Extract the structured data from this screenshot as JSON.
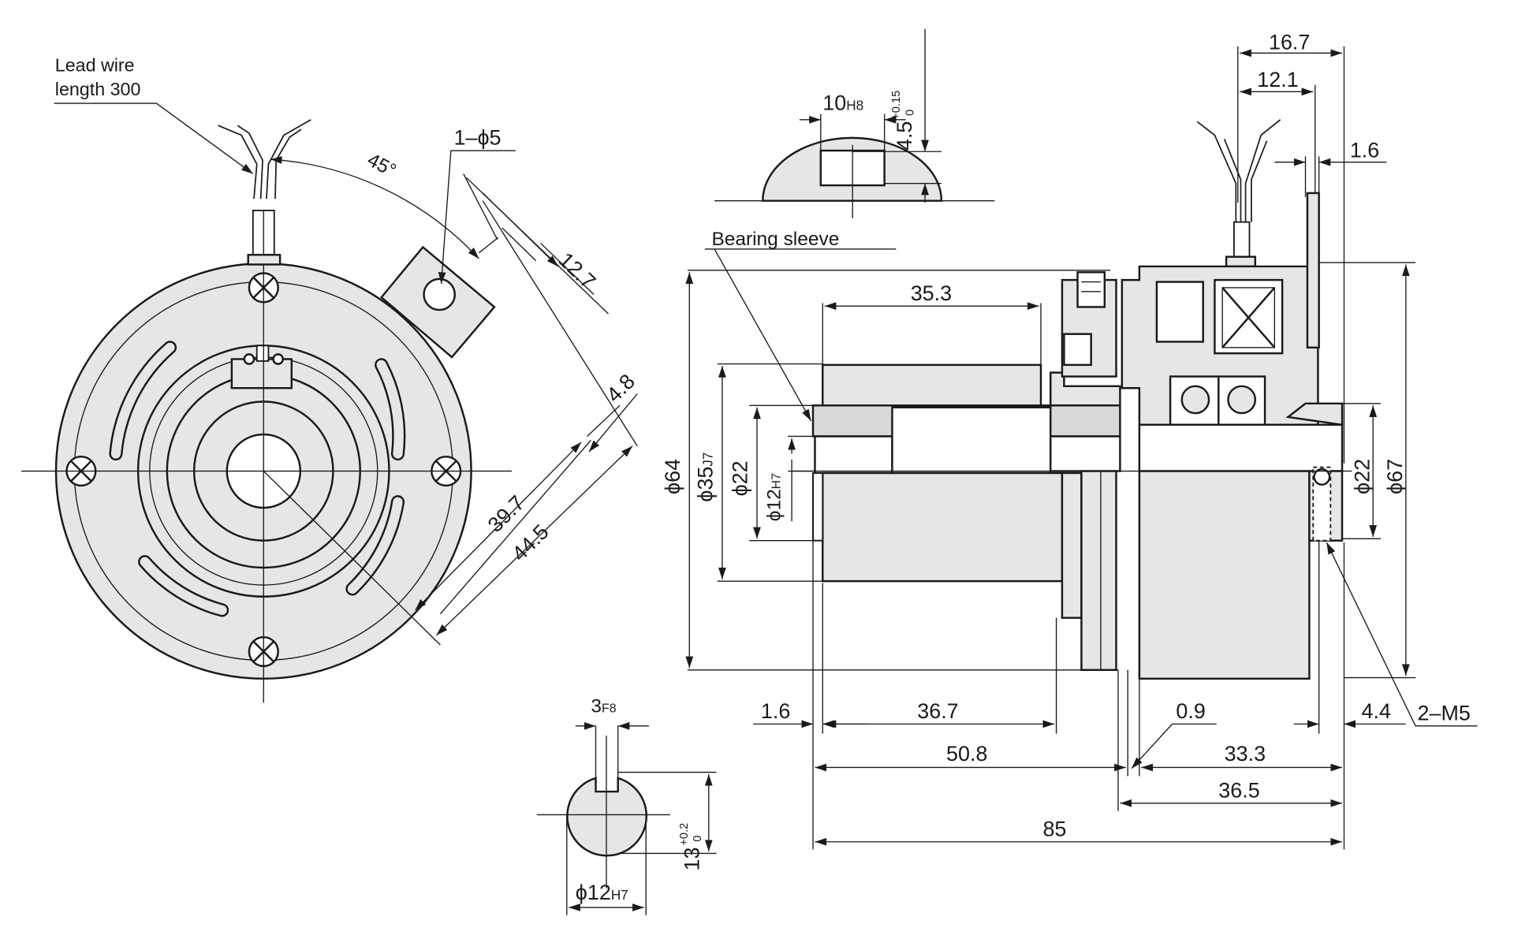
{
  "labels": {
    "lead_wire_1": "Lead wire",
    "lead_wire_2": "length 300",
    "bearing_sleeve": "Bearing sleeve",
    "hole": "1–ϕ5",
    "angle": "45°",
    "taps": "2–M5"
  },
  "dims": {
    "d12_7": "12.7",
    "d4_8": "4.8",
    "d39_7": "39.7",
    "d44_5": "44.5",
    "key_w": "10",
    "key_w_tol": "H8",
    "key_h": "4.5",
    "key_h_tol_top": "+0.15",
    "key_h_tol_bot": "0",
    "d35_3": "35.3",
    "phi64": "ϕ64",
    "phi35": "ϕ35",
    "phi35_tol": "J7",
    "phi22_l": "ϕ22",
    "phi12_l": "ϕ12",
    "phi12_tol": "H7",
    "d16_7": "16.7",
    "d12_1": "12.1",
    "d1_6_top": "1.6",
    "phi22_r": "ϕ22",
    "phi67": "ϕ67",
    "d1_6": "1.6",
    "d36_7": "36.7",
    "d0_9": "0.9",
    "d4_4": "4.4",
    "d50_8": "50.8",
    "d33_3": "33.3",
    "d36_5": "36.5",
    "d85": "85",
    "sec_key": "3",
    "sec_key_tol": "F8",
    "sec_h": "13",
    "sec_h_tol_top": "+0.2",
    "sec_h_tol_bot": "0",
    "sec_phi": "ϕ12",
    "sec_phi_tol": "H7"
  }
}
